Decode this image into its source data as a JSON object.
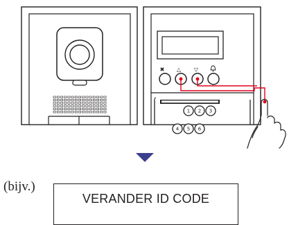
{
  "colors": {
    "line": "#231f20",
    "highlight": "#e3001b",
    "arrow": "#3c3f8f"
  },
  "buttons": {
    "cancel_icon": "✖",
    "up_symbol": "△",
    "down_symbol": "▽",
    "bell_icon": "bell-icon"
  },
  "keypad": {
    "digits": [
      "1",
      "2",
      "3",
      "4",
      "5",
      "6"
    ]
  },
  "example_label": "(bijv.)",
  "display": {
    "text": "VERANDER ID CODE"
  }
}
